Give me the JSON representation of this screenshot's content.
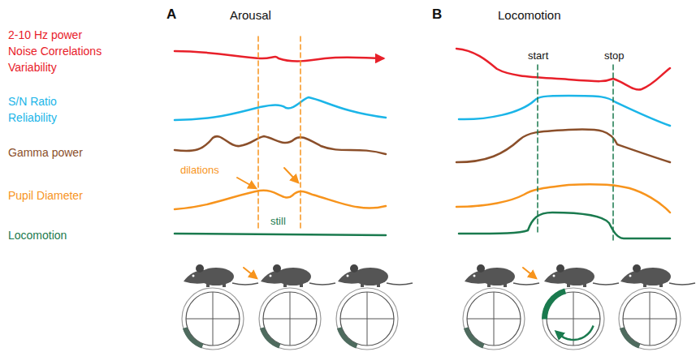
{
  "diagram": {
    "labels": [
      "A",
      "Arousal",
      "B",
      "Locomotion",
      "2-10 Hz power",
      "Noise Correlations",
      "Variability",
      "S/N Ratio",
      "Reliability",
      "Gamma power",
      "Pupil Diameter",
      "Locomotion",
      "dilations",
      "still",
      "start",
      "stop"
    ]
  }
}
